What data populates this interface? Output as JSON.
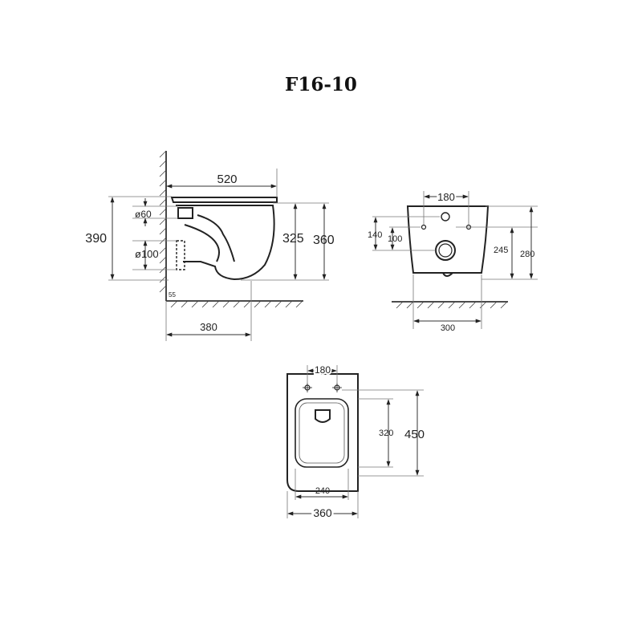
{
  "model": "F16-10",
  "side_view": {
    "dims": {
      "length": "520",
      "height_total": "390",
      "height_bowl": "325",
      "height_rim": "360",
      "inlet": "ø60",
      "outlet": "ø100",
      "offset": "55",
      "depth": "380"
    }
  },
  "back_view": {
    "dims": {
      "bolt_spacing": "180",
      "bolt_height": "140",
      "inlet_height": "100",
      "outlet_height": "245",
      "total_height": "280",
      "width": "300"
    }
  },
  "top_view": {
    "dims": {
      "bolt_spacing": "180",
      "seat_depth": "320",
      "length": "450",
      "seat_width": "240",
      "width": "360"
    }
  }
}
